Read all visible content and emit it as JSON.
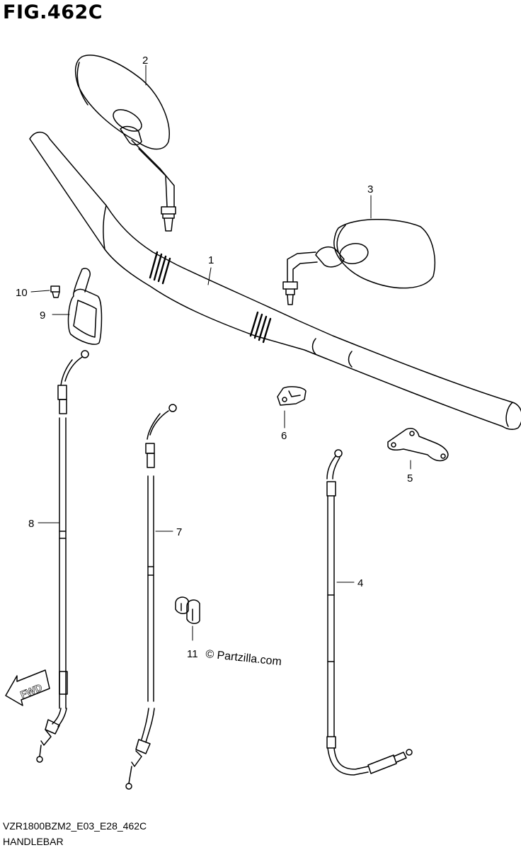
{
  "figure_title": "FIG.462C",
  "footer": {
    "code": "VZR1800BZM2_E03_E28_462C",
    "name": "HANDLEBAR"
  },
  "watermark": "© Partzilla.com",
  "fwd_label": "FWD",
  "parts": [
    {
      "ref": "1"
    },
    {
      "ref": "2"
    },
    {
      "ref": "3"
    },
    {
      "ref": "4"
    },
    {
      "ref": "5"
    },
    {
      "ref": "6"
    },
    {
      "ref": "7"
    },
    {
      "ref": "8"
    },
    {
      "ref": "9"
    },
    {
      "ref": "10"
    },
    {
      "ref": "11"
    }
  ]
}
